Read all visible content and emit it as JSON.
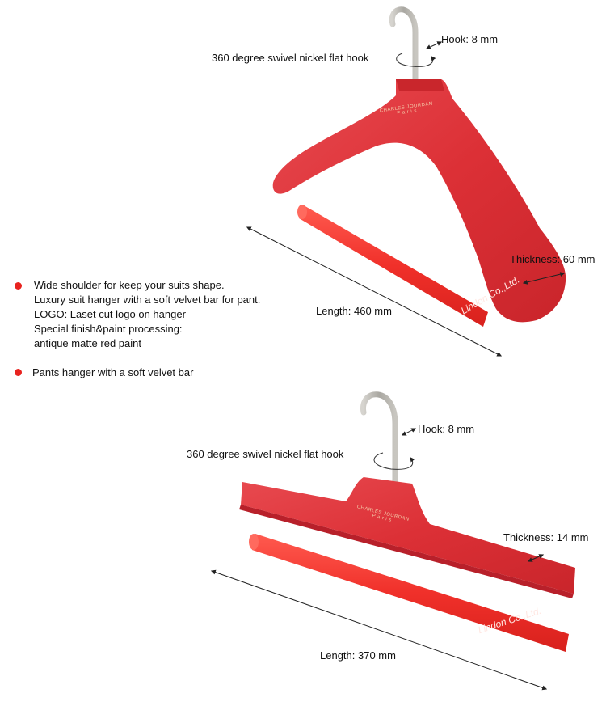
{
  "suit_hanger": {
    "hook_label": "360 degree  swivel nickel flat hook",
    "hook_size": "Hook: 8 mm",
    "thickness": "Thickness: 60 mm",
    "length": "Length: 460 mm",
    "engraving": "Lindon Co.,Ltd.",
    "logo_line1": "CHARLES JOURDAN",
    "logo_line2": "P a r i s"
  },
  "features": [
    {
      "lines": [
        "Wide shoulder for keep your suits shape.",
        "Luxury suit hanger with a soft velvet bar for pant.",
        "LOGO: Laset cut logo on hanger",
        "Special finish&paint processing:",
        "antique matte red paint"
      ]
    },
    {
      "lines": [
        "Pants hanger with a soft velvet bar"
      ]
    }
  ],
  "pants_hanger": {
    "hook_label": "360 degree  swivel nickel flat hook",
    "hook_size": "Hook: 8 mm",
    "thickness": "Thickness: 14 mm",
    "length": "Length: 370 mm",
    "engraving": "Lindon Co.,Ltd.",
    "logo_line1": "CHARLES JOURDAN",
    "logo_line2": "P a r i s"
  },
  "colors": {
    "hanger_red": "#e2373e",
    "bar_red": "#ef3030",
    "nickel": "#b9b7b1",
    "bullet": "#e8231f"
  }
}
